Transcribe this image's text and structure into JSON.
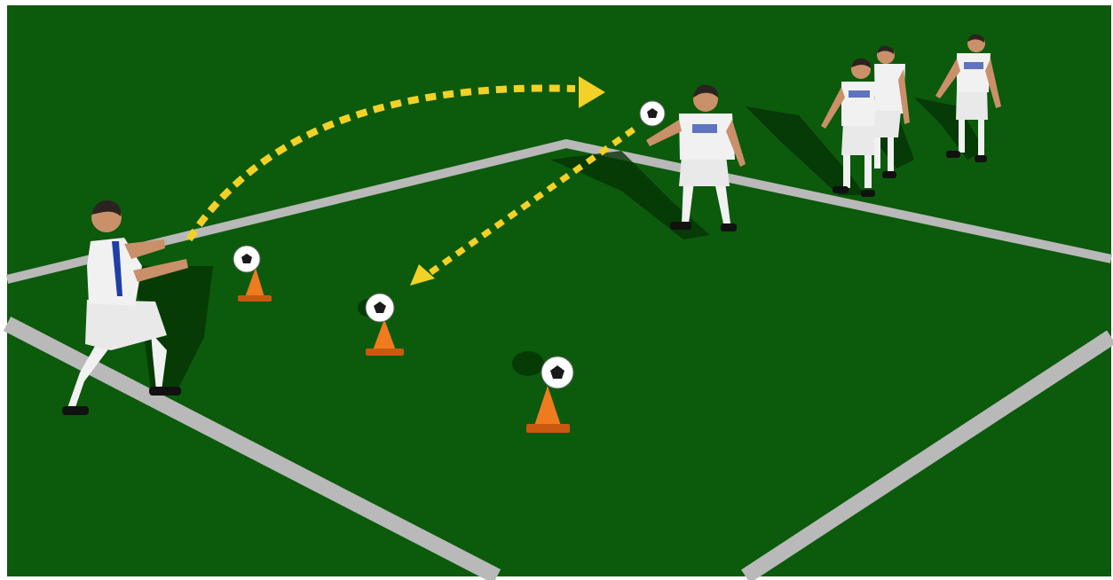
{
  "scene": {
    "kind": "soccer-drill-illustration",
    "colors": {
      "pitch": "#0c5a0c",
      "pitch_dark": "#084708",
      "line": "#b9b9b9",
      "arrow": "#f3d126",
      "cone": "#f07a1e",
      "cone_dark": "#c85a10",
      "kit": "#f1f1f1",
      "kit_shade": "#c9c9c9",
      "kit_trim": "#1f3fa8",
      "skin": "#c9906a",
      "hair": "#2b2320",
      "shoe": "#111111",
      "ball": "#ffffff",
      "ball_patch": "#1a1a1a",
      "shadow": "#053305"
    },
    "elements": {
      "pitch_lines": 4,
      "players": 5,
      "cones": 3,
      "balls": 4,
      "arrows": 2
    }
  }
}
